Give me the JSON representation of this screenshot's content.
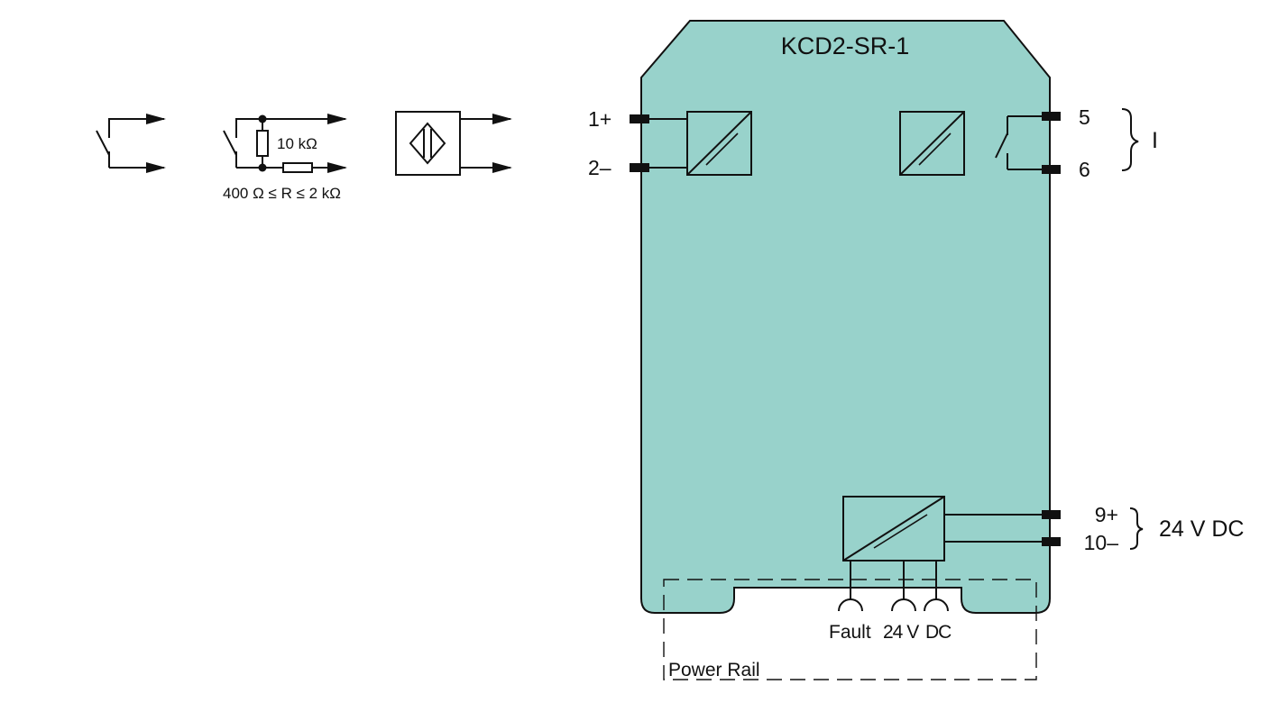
{
  "diagram": {
    "colors": {
      "housing_fill": "#98d2cb",
      "line": "#111111",
      "background": "#ffffff"
    },
    "device": {
      "title": "KCD2-SR-1"
    },
    "input_variants": {
      "mechanical_contact": {
        "icon": "switch-contact-icon"
      },
      "contact_with_resistors": {
        "icon": "switch-with-resistors-icon",
        "resistor_parallel_label": "10 kΩ",
        "resistor_series_label": "400 Ω ≤ R ≤ 2 kΩ"
      },
      "sensor": {
        "icon": "namur-sensor-icon"
      }
    },
    "input_terminals": [
      {
        "label": "1+"
      },
      {
        "label": "2–"
      }
    ],
    "output_terminals": [
      {
        "label": "5"
      },
      {
        "label": "6"
      }
    ],
    "output_group_label": "I",
    "supply_terminals": [
      {
        "label": "9+"
      },
      {
        "label": "10–"
      }
    ],
    "supply_group_label": "24 V DC",
    "power_rail": {
      "label": "Power Rail",
      "connectors": [
        {
          "label": "Fault"
        },
        {
          "label": "24 V"
        },
        {
          "label": "DC"
        }
      ]
    }
  }
}
